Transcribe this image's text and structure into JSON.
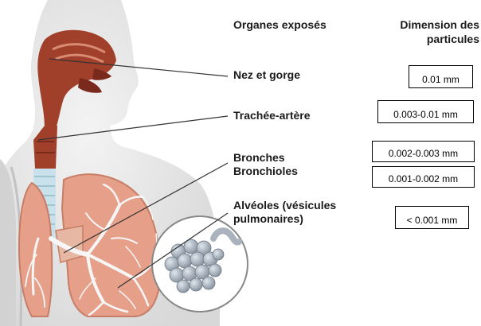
{
  "headers": {
    "organs": "Organes exposés",
    "dimension_line1": "Dimension des",
    "dimension_line2": "particules"
  },
  "rows": [
    {
      "organ": "Nez et gorge",
      "dimension": "0.01 mm"
    },
    {
      "organ": "Trachée-artère",
      "dimension": "0.003-0.01 mm"
    },
    {
      "organ": "Bronches",
      "dimension": "0.002-0.003 mm"
    },
    {
      "organ": "Bronchioles",
      "dimension": "0.001-0.002 mm"
    },
    {
      "organ_line1": "Alvéoles (vésicules",
      "organ_line2": "pulmonaires)",
      "dimension": "< 0.001 mm"
    }
  ],
  "colors": {
    "airway": "#a0402a",
    "airway_dark": "#7a2a1c",
    "skin": "#e7e7e7",
    "lung": "#e6a089",
    "bronchi": "#f6f6f6",
    "trachea": "#c8e1ea",
    "leader_line": "#333333"
  }
}
